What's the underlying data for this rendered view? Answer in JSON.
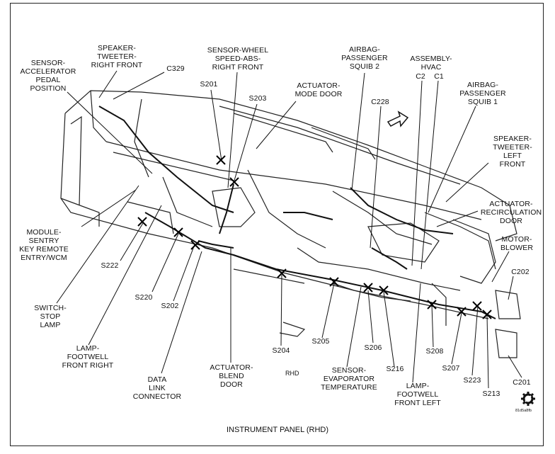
{
  "caption": "INSTRUMENT PANEL (RHD)",
  "center_mark": "RHD",
  "figure_code": "81d5a8fb",
  "labels": [
    {
      "id": "sensor-accelerator",
      "lines": [
        "SENSOR-",
        "ACCELERATOR",
        "PEDAL",
        "POSITION"
      ]
    },
    {
      "id": "speaker-tweeter-rf",
      "lines": [
        "SPEAKER-",
        "TWEETER-",
        "RIGHT FRONT"
      ]
    },
    {
      "id": "c329",
      "lines": [
        "C329"
      ]
    },
    {
      "id": "sensor-wheel-speed",
      "lines": [
        "SENSOR-WHEEL",
        "SPEED-ABS-",
        "RIGHT FRONT"
      ]
    },
    {
      "id": "s201",
      "lines": [
        "S201"
      ]
    },
    {
      "id": "s203",
      "lines": [
        "S203"
      ]
    },
    {
      "id": "actuator-mode-door",
      "lines": [
        "ACTUATOR-",
        "MODE DOOR"
      ]
    },
    {
      "id": "airbag-squib2",
      "lines": [
        "AIRBAG-",
        "PASSENGER",
        "SQUIB 2"
      ]
    },
    {
      "id": "c228",
      "lines": [
        "C228"
      ]
    },
    {
      "id": "assembly-hvac",
      "lines": [
        "ASSEMBLY-",
        "HVAC"
      ]
    },
    {
      "id": "c2",
      "lines": [
        "C2"
      ]
    },
    {
      "id": "c1",
      "lines": [
        "C1"
      ]
    },
    {
      "id": "airbag-squib1",
      "lines": [
        "AIRBAG-",
        "PASSENGER",
        "SQUIB 1"
      ]
    },
    {
      "id": "speaker-tweeter-lf",
      "lines": [
        "SPEAKER-",
        "TWEETER-",
        "LEFT",
        "FRONT"
      ]
    },
    {
      "id": "actuator-recirc",
      "lines": [
        "ACTUATOR-",
        "RECIRCULATION",
        "DOOR"
      ]
    },
    {
      "id": "motor-blower",
      "lines": [
        "MOTOR-",
        "BLOWER"
      ]
    },
    {
      "id": "c202",
      "lines": [
        "C202"
      ]
    },
    {
      "id": "module-sentry",
      "lines": [
        "MODULE-",
        "SENTRY",
        "KEY REMOTE",
        "ENTRY/WCM"
      ]
    },
    {
      "id": "s222",
      "lines": [
        "S222"
      ]
    },
    {
      "id": "s220",
      "lines": [
        "S220"
      ]
    },
    {
      "id": "s202",
      "lines": [
        "S202"
      ]
    },
    {
      "id": "switch-stop-lamp",
      "lines": [
        "SWITCH-",
        "STOP",
        "LAMP"
      ]
    },
    {
      "id": "lamp-footwell-rf",
      "lines": [
        "LAMP-",
        "FOOTWELL",
        "FRONT RIGHT"
      ]
    },
    {
      "id": "data-link",
      "lines": [
        "DATA",
        "LINK",
        "CONNECTOR"
      ]
    },
    {
      "id": "actuator-blend",
      "lines": [
        "ACTUATOR-",
        "BLEND",
        "DOOR"
      ]
    },
    {
      "id": "s204",
      "lines": [
        "S204"
      ]
    },
    {
      "id": "s205",
      "lines": [
        "S205"
      ]
    },
    {
      "id": "sensor-evap",
      "lines": [
        "SENSOR-",
        "EVAPORATOR",
        "TEMPERATURE"
      ]
    },
    {
      "id": "s206",
      "lines": [
        "S206"
      ]
    },
    {
      "id": "s216",
      "lines": [
        "S216"
      ]
    },
    {
      "id": "lamp-footwell-lf",
      "lines": [
        "LAMP-",
        "FOOTWELL",
        "FRONT LEFT"
      ]
    },
    {
      "id": "s208",
      "lines": [
        "S208"
      ]
    },
    {
      "id": "s207",
      "lines": [
        "S207"
      ]
    },
    {
      "id": "s223",
      "lines": [
        "S223"
      ]
    },
    {
      "id": "s213",
      "lines": [
        "S213"
      ]
    },
    {
      "id": "c201",
      "lines": [
        "C201"
      ]
    }
  ]
}
